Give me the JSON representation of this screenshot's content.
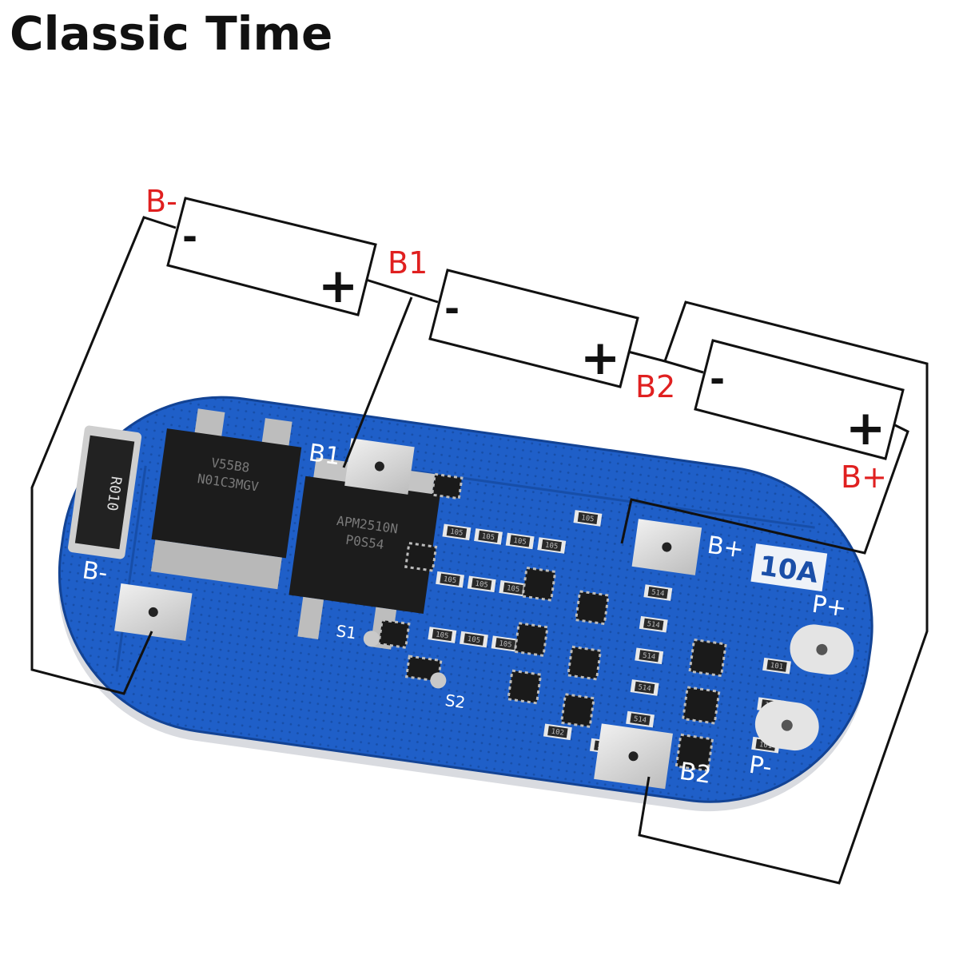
{
  "title": "Classic Time",
  "cells": [
    {
      "minus": "-",
      "plus": "+"
    },
    {
      "minus": "-",
      "plus": "+"
    },
    {
      "minus": "-",
      "plus": "+"
    }
  ],
  "wire_labels": {
    "b_minus": "B-",
    "b1": "B1",
    "b2": "B2",
    "b_plus": "B+"
  },
  "board": {
    "silk_b1": "B1",
    "silk_b_minus": "B-",
    "silk_b_plus": "B+",
    "silk_b2": "B2",
    "silk_p_plus": "P+",
    "silk_p_minus": "P-",
    "silk_s1": "S1",
    "silk_s2": "S2",
    "current_badge": "10A",
    "shunt_marking": "R010",
    "mosfet1_line1": "V55B8",
    "mosfet1_line2": "N01C3MGV",
    "mosfet2_line1": "APM2510N",
    "mosfet2_line2": "P0S54",
    "resistor_codes": [
      "105",
      "105",
      "105",
      "105",
      "105",
      "105",
      "105",
      "105",
      "105",
      "105",
      "105",
      "514",
      "514",
      "514",
      "514",
      "514",
      "514",
      "514",
      "102",
      "101",
      "101",
      "101"
    ]
  },
  "colors": {
    "pcb_blue": "#1f5fc8",
    "label_red": "#e02020",
    "wire": "#111111",
    "pad": "#d9d9d9"
  }
}
